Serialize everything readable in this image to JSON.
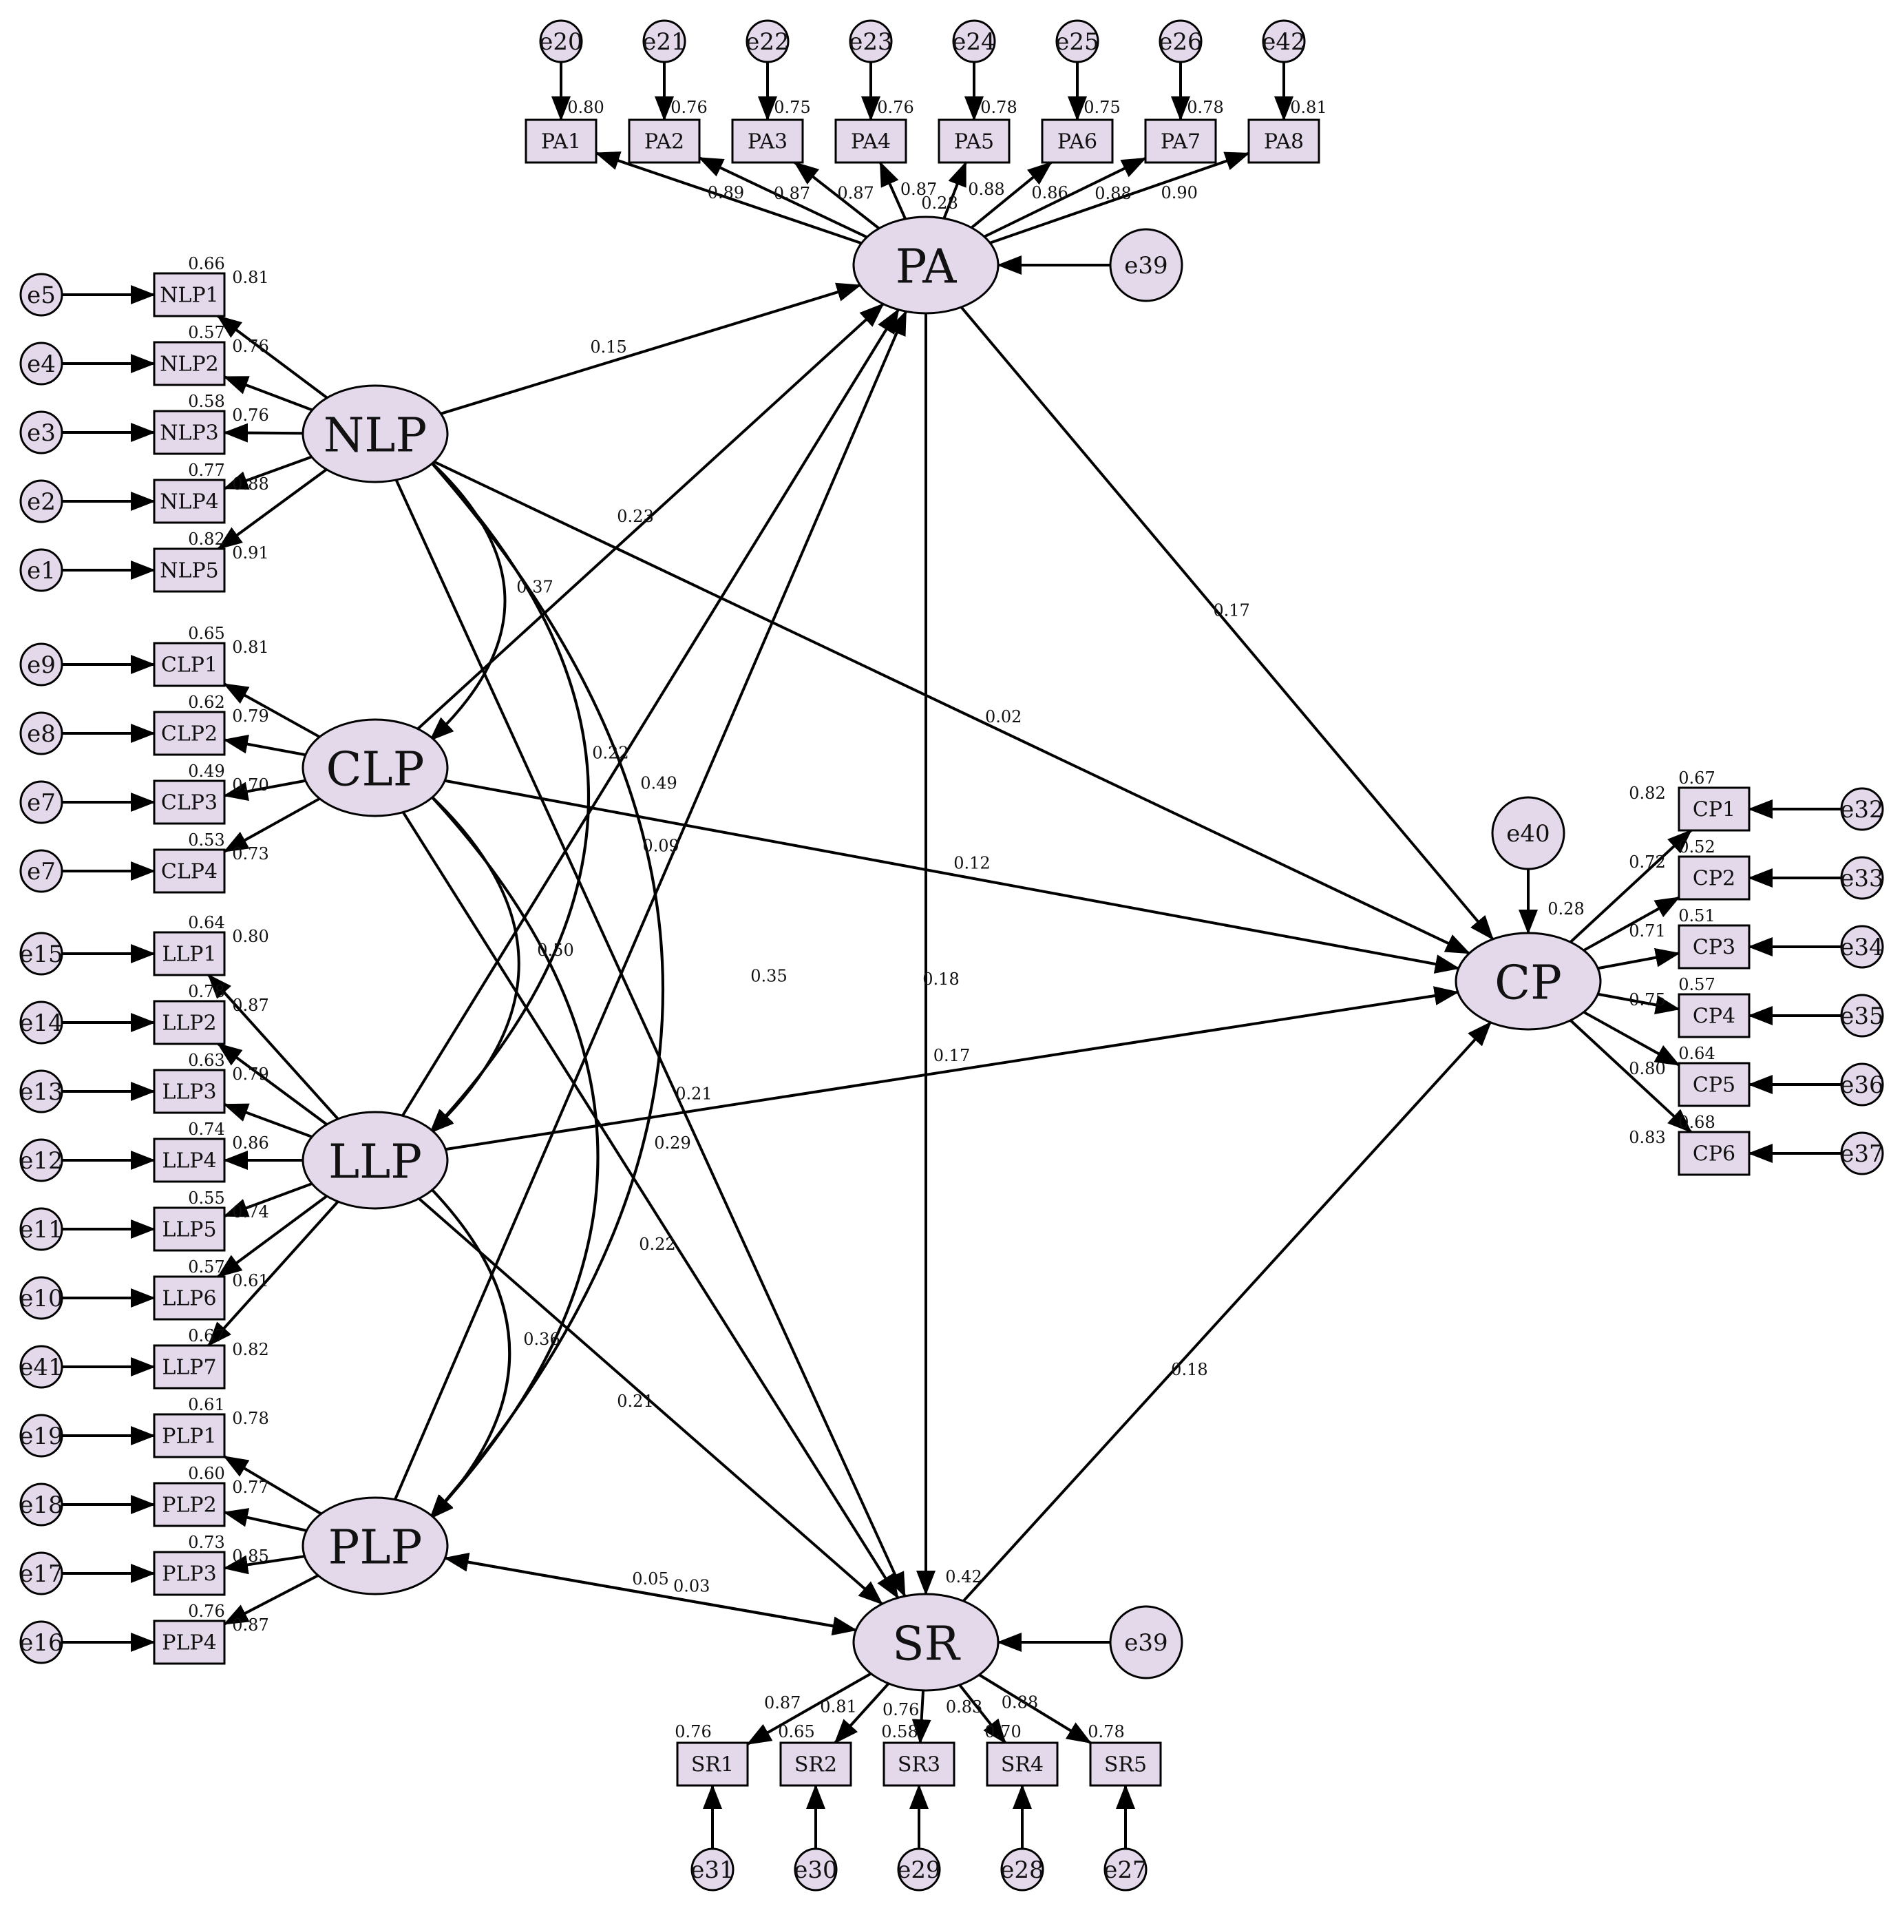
{
  "colors": {
    "node_fill": "#e3d9ea",
    "stroke": "#000000",
    "background": "#ffffff"
  },
  "latents": [
    "PA",
    "NLP",
    "CLP",
    "LLP",
    "PLP",
    "SR",
    "CP"
  ],
  "latent_errors": [
    {
      "target": "PA",
      "error": "e39"
    },
    {
      "target": "SR",
      "error": "e39"
    },
    {
      "target": "CP",
      "error": "e40"
    }
  ],
  "r_squared": {
    "PA": "0.28",
    "SR": "0.42",
    "CP": "0.28"
  },
  "blocks": [
    {
      "latent": "PA",
      "indicators": [
        {
          "name": "PA1",
          "error": "e20",
          "r2": "0.80",
          "loading": "0.89"
        },
        {
          "name": "PA2",
          "error": "e21",
          "r2": "0.76",
          "loading": "0.87"
        },
        {
          "name": "PA3",
          "error": "e22",
          "r2": "0.75",
          "loading": "0.87"
        },
        {
          "name": "PA4",
          "error": "e23",
          "r2": "0.76",
          "loading": "0.87"
        },
        {
          "name": "PA5",
          "error": "e24",
          "r2": "0.78",
          "loading": "0.88"
        },
        {
          "name": "PA6",
          "error": "e25",
          "r2": "0.75",
          "loading": "0.86"
        },
        {
          "name": "PA7",
          "error": "e26",
          "r2": "0.78",
          "loading": "0.88"
        },
        {
          "name": "PA8",
          "error": "e42",
          "r2": "0.81",
          "loading": "0.90"
        }
      ]
    },
    {
      "latent": "NLP",
      "indicators": [
        {
          "name": "NLP1",
          "error": "e5",
          "r2": "0.66",
          "loading": "0.81"
        },
        {
          "name": "NLP2",
          "error": "e4",
          "r2": "0.57",
          "loading": "0.76"
        },
        {
          "name": "NLP3",
          "error": "e3",
          "r2": "0.58",
          "loading": "0.76"
        },
        {
          "name": "NLP4",
          "error": "e2",
          "r2": "0.77",
          "loading": "0.88"
        },
        {
          "name": "NLP5",
          "error": "e1",
          "r2": "0.82",
          "loading": "0.91"
        }
      ]
    },
    {
      "latent": "CLP",
      "indicators": [
        {
          "name": "CLP1",
          "error": "e9",
          "r2": "0.65",
          "loading": "0.81"
        },
        {
          "name": "CLP2",
          "error": "e8",
          "r2": "0.62",
          "loading": "0.79"
        },
        {
          "name": "CLP3",
          "error": "e7",
          "r2": "0.49",
          "loading": "0.70"
        },
        {
          "name": "CLP4",
          "error": "e7",
          "r2": "0.53",
          "loading": "0.73"
        }
      ]
    },
    {
      "latent": "LLP",
      "indicators": [
        {
          "name": "LLP1",
          "error": "e15",
          "r2": "0.64",
          "loading": "0.80"
        },
        {
          "name": "LLP2",
          "error": "e14",
          "r2": "0.78",
          "loading": "0.87"
        },
        {
          "name": "LLP3",
          "error": "e13",
          "r2": "0.63",
          "loading": "0.79"
        },
        {
          "name": "LLP4",
          "error": "e12",
          "r2": "0.74",
          "loading": "0.86"
        },
        {
          "name": "LLP5",
          "error": "e11",
          "r2": "0.55",
          "loading": "0.74"
        },
        {
          "name": "LLP6",
          "error": "e10",
          "r2": "0.57",
          "loading": "0.61"
        },
        {
          "name": "LLP7",
          "error": "e41",
          "r2": "0.67",
          "loading": "0.82"
        }
      ]
    },
    {
      "latent": "PLP",
      "indicators": [
        {
          "name": "PLP1",
          "error": "e19",
          "r2": "0.61",
          "loading": "0.78"
        },
        {
          "name": "PLP2",
          "error": "e18",
          "r2": "0.60",
          "loading": "0.77"
        },
        {
          "name": "PLP3",
          "error": "e17",
          "r2": "0.73",
          "loading": "0.85"
        },
        {
          "name": "PLP4",
          "error": "e16",
          "r2": "0.76",
          "loading": "0.87"
        }
      ]
    },
    {
      "latent": "SR",
      "indicators": [
        {
          "name": "SR1",
          "error": "e31",
          "r2": "0.76",
          "loading": "0.87"
        },
        {
          "name": "SR2",
          "error": "e30",
          "r2": "0.65",
          "loading": "0.81"
        },
        {
          "name": "SR3",
          "error": "e29",
          "r2": "0.58",
          "loading": "0.76"
        },
        {
          "name": "SR4",
          "error": "e28",
          "r2": "0.70",
          "loading": "0.83"
        },
        {
          "name": "SR5",
          "error": "e27",
          "r2": "0.78",
          "loading": "0.88"
        }
      ]
    },
    {
      "latent": "CP",
      "indicators": [
        {
          "name": "CP1",
          "error": "e32",
          "r2": "0.67",
          "loading": "0.82"
        },
        {
          "name": "CP2",
          "error": "e33",
          "r2": "0.52",
          "loading": "0.72"
        },
        {
          "name": "CP3",
          "error": "e34",
          "r2": "0.51",
          "loading": "0.71"
        },
        {
          "name": "CP4",
          "error": "e35",
          "r2": "0.57",
          "loading": "0.75"
        },
        {
          "name": "CP5",
          "error": "e36",
          "r2": "0.64",
          "loading": "0.80"
        },
        {
          "name": "CP6",
          "error": "e37",
          "r2": "0.68",
          "loading": "0.83"
        }
      ]
    }
  ],
  "paths": [
    {
      "from": "NLP",
      "to": "PA",
      "coef": "0.15"
    },
    {
      "from": "CLP",
      "to": "PA",
      "coef": "0.23"
    },
    {
      "from": "LLP",
      "to": "PA",
      "coef": "0.22"
    },
    {
      "from": "PLP",
      "to": "PA",
      "coef": "0.09"
    },
    {
      "from": "PA",
      "to": "CP",
      "coef": "0.17"
    },
    {
      "from": "PA",
      "to": "SR",
      "coef": "0.18"
    },
    {
      "from": "NLP",
      "to": "CP",
      "coef": "0.02"
    },
    {
      "from": "CLP",
      "to": "CP",
      "coef": "0.12"
    },
    {
      "from": "LLP",
      "to": "CP",
      "coef": "0.17"
    },
    {
      "from": "SR",
      "to": "CP",
      "coef": "0.18"
    },
    {
      "from": "NLP",
      "to": "SR",
      "coef": "0.21"
    },
    {
      "from": "CLP",
      "to": "SR",
      "coef": "0.22"
    },
    {
      "from": "LLP",
      "to": "SR",
      "coef": "0.21"
    },
    {
      "from": "PLP",
      "to": "SR",
      "coef": "0.05"
    },
    {
      "from": "SR",
      "to": "PLP",
      "coef": "0.03"
    }
  ],
  "covariances": [
    {
      "a": "NLP",
      "b": "CLP",
      "coef": "0.37"
    },
    {
      "a": "NLP",
      "b": "LLP",
      "coef": "0.49"
    },
    {
      "a": "NLP",
      "b": "PLP",
      "coef": "0.35"
    },
    {
      "a": "CLP",
      "b": "LLP",
      "coef": "0.50"
    },
    {
      "a": "CLP",
      "b": "PLP",
      "coef": "0.29"
    },
    {
      "a": "LLP",
      "b": "PLP",
      "coef": "0.36"
    }
  ]
}
